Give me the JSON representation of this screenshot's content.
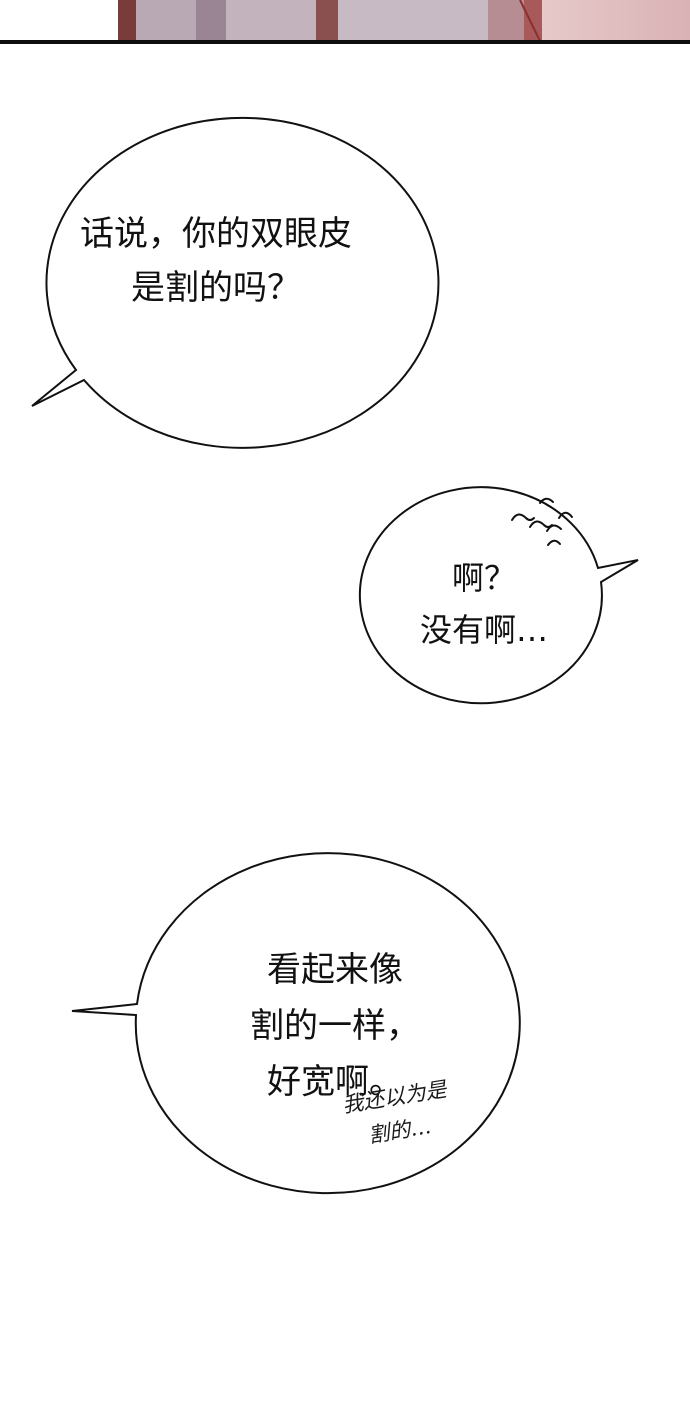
{
  "bubbles": {
    "question": {
      "line1": "话说，你的双眼皮",
      "line2": "是割的吗？"
    },
    "reply": {
      "line1": "啊？",
      "line2": "没有啊…"
    },
    "remark": {
      "line1": "看起来像",
      "line2": "割的一样，",
      "line3": "好宽啊。"
    },
    "aside": {
      "line1": "我还以为是",
      "line2": "割的…"
    }
  },
  "colors": {
    "background": "#ffffff",
    "ink": "#111111",
    "panel_border": "#0d0d0d"
  }
}
